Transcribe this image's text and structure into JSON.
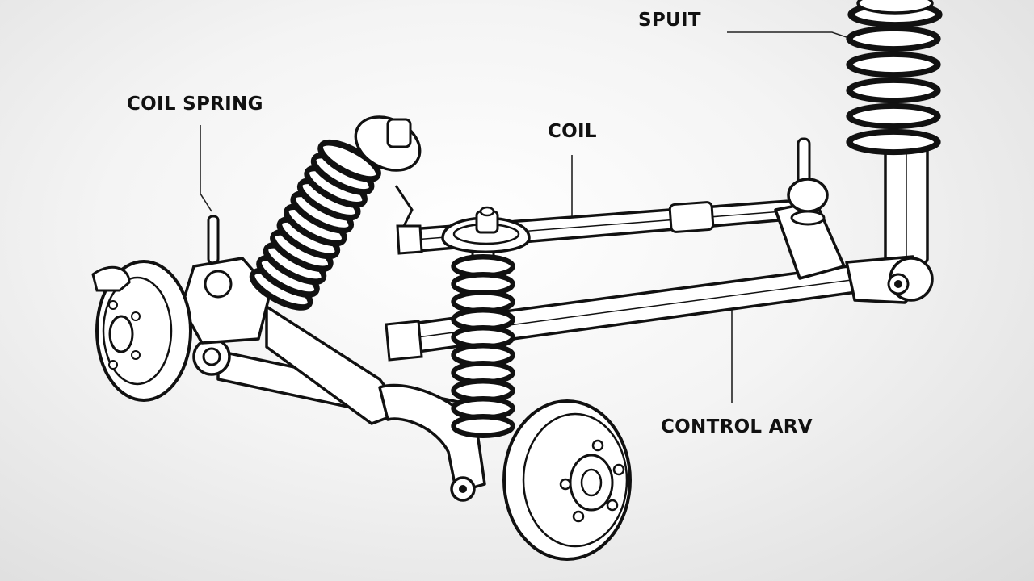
{
  "labels": {
    "spuit": "SPUIT",
    "coil_spring": "COIL SPRING",
    "coil": "COIL",
    "control_arm": "CONTROL ARV"
  },
  "colors": {
    "ink": "#111111",
    "part_fill": "#ffffff",
    "background": "#ececec"
  }
}
